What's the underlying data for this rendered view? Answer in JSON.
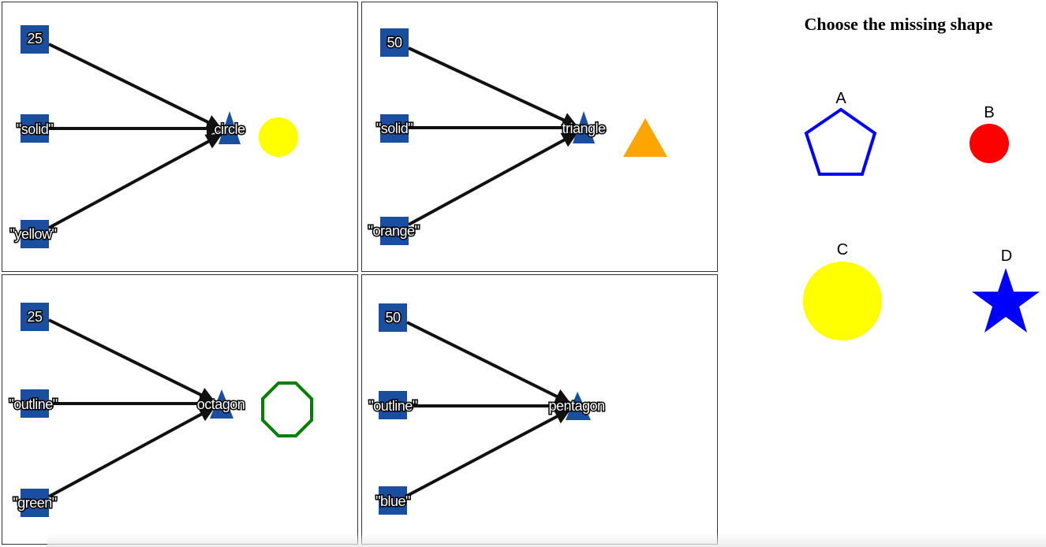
{
  "panels": [
    {
      "inputs": [
        "25",
        "\"solid\"",
        "\"yellow\""
      ],
      "output_label": "circle",
      "result_shape": {
        "kind": "circle",
        "style": "solid",
        "color": "#ffff00"
      }
    },
    {
      "inputs": [
        "50",
        "\"solid\"",
        "\"orange\""
      ],
      "output_label": "triangle",
      "result_shape": {
        "kind": "triangle",
        "style": "solid",
        "color": "#ffa500"
      }
    },
    {
      "inputs": [
        "25",
        "\"outline\"",
        "\"green\""
      ],
      "output_label": "octagon",
      "result_shape": {
        "kind": "octagon",
        "style": "outline",
        "color": "#008000"
      }
    },
    {
      "inputs": [
        "50",
        "\"outline\"",
        "\"blue\""
      ],
      "output_label": "pentagon",
      "result_shape": null
    }
  ],
  "colors": {
    "node": "#1a4fa0",
    "edge": "#111111"
  },
  "question": {
    "title": "Choose the missing shape",
    "choices": [
      {
        "letter": "A",
        "kind": "pentagon",
        "style": "outline",
        "color": "#0000ff"
      },
      {
        "letter": "B",
        "kind": "circle",
        "style": "solid",
        "color": "#ff0000"
      },
      {
        "letter": "C",
        "kind": "circle",
        "style": "solid",
        "color": "#ffff00"
      },
      {
        "letter": "D",
        "kind": "star",
        "style": "solid",
        "color": "#0000ff"
      }
    ]
  }
}
